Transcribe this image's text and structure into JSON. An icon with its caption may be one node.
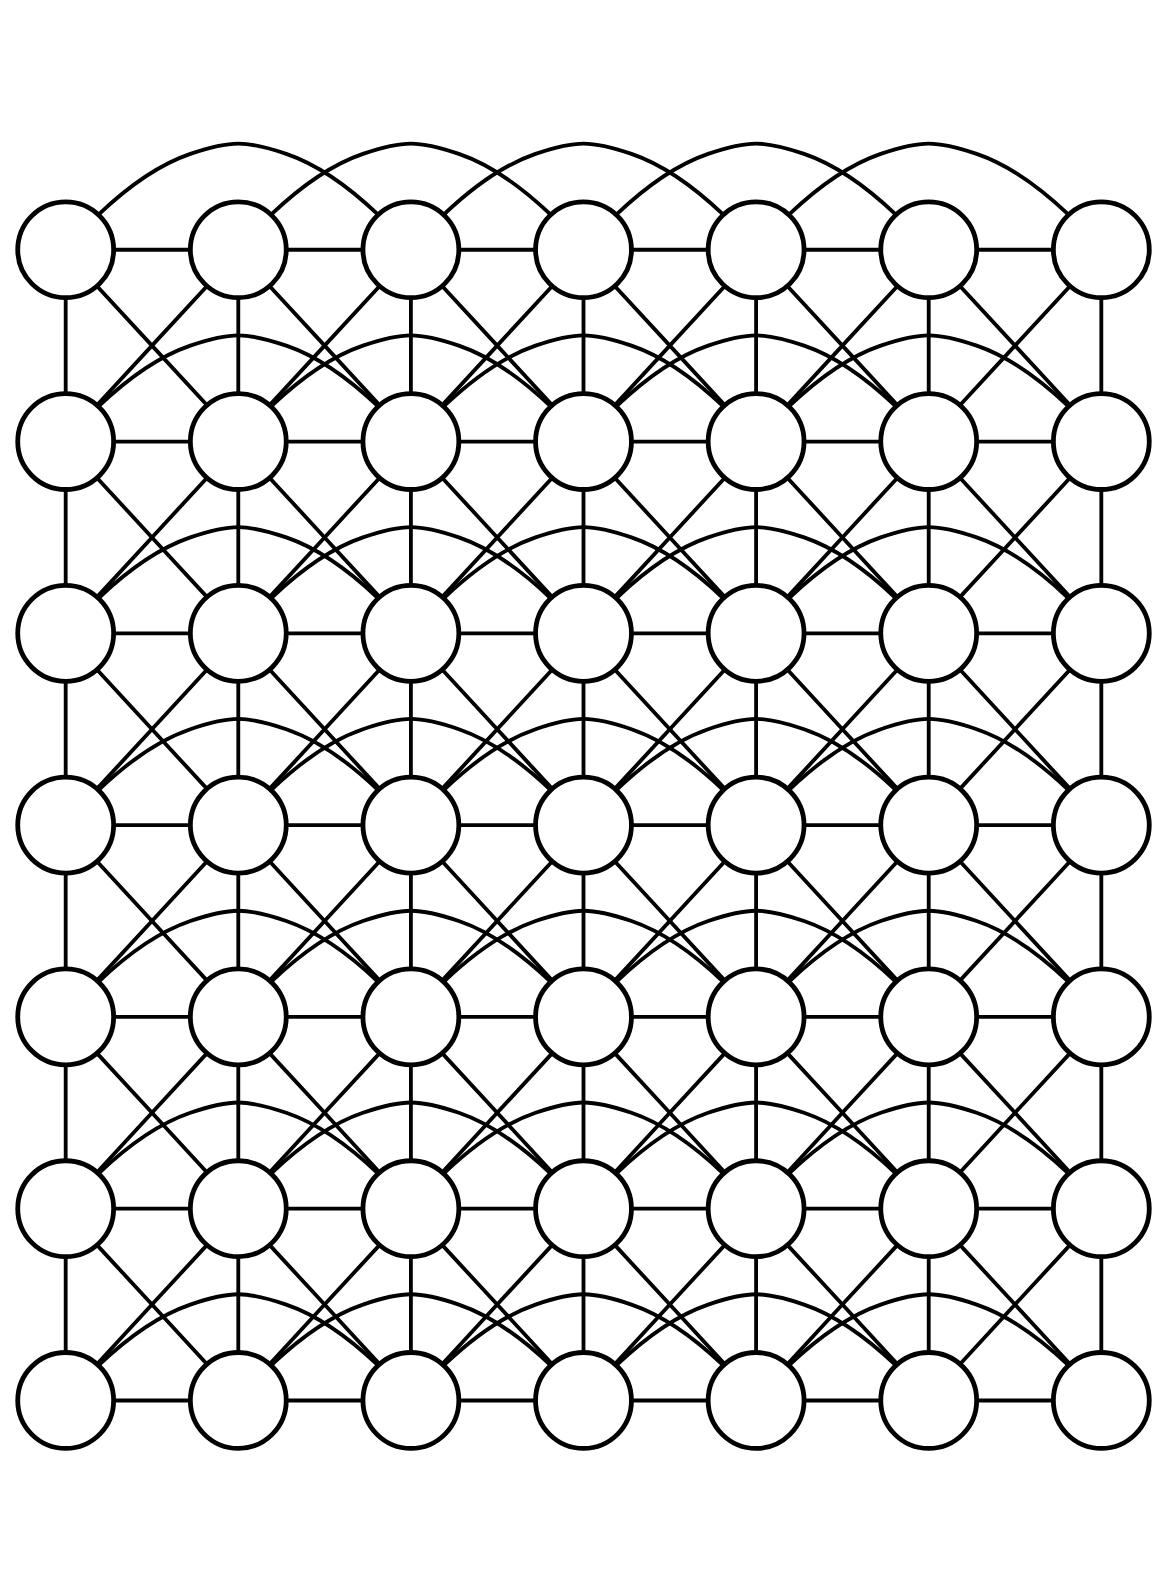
{
  "diagram": {
    "nodes": [
      {
        "text": [],
        "shape": "circle"
      },
      {
        "text": [],
        "shape": "circle"
      },
      {
        "text": [],
        "shape": "circle"
      },
      {
        "text": [],
        "shape": "circle"
      },
      {
        "text": [],
        "shape": "circle"
      },
      {
        "text": [],
        "shape": "circle"
      },
      {
        "text": [],
        "shape": "circle"
      },
      {
        "text": [],
        "shape": "circle"
      },
      {
        "text": [],
        "shape": "circle"
      },
      {
        "text": [],
        "shape": "circle"
      },
      {
        "text": [],
        "shape": "circle"
      },
      {
        "text": [],
        "shape": "circle"
      },
      {
        "text": [],
        "shape": "circle"
      },
      {
        "text": [],
        "shape": "circle"
      },
      {
        "text": [],
        "shape": "circle"
      },
      {
        "text": [],
        "shape": "circle"
      },
      {
        "text": [],
        "shape": "circle"
      },
      {
        "text": [],
        "shape": "circle"
      },
      {
        "text": [],
        "shape": "circle"
      },
      {
        "text": [],
        "shape": "circle"
      },
      {
        "text": [],
        "shape": "circle"
      },
      {
        "text": [],
        "shape": "circle"
      },
      {
        "text": [],
        "shape": "circle"
      },
      {
        "text": [],
        "shape": "circle"
      },
      {
        "text": [],
        "shape": "circle"
      },
      {
        "text": [],
        "shape": "circle"
      },
      {
        "text": [],
        "shape": "circle"
      },
      {
        "text": [],
        "shape": "circle"
      },
      {
        "text": [],
        "shape": "circle"
      },
      {
        "text": [],
        "shape": "circle"
      },
      {
        "text": [],
        "shape": "circle"
      },
      {
        "text": [],
        "shape": "circle"
      },
      {
        "text": [],
        "shape": "circle"
      },
      {
        "text": [],
        "shape": "circle"
      },
      {
        "text": [],
        "shape": "circle"
      },
      {
        "text": [],
        "shape": "circle"
      },
      {
        "text": [],
        "shape": "circle"
      },
      {
        "text": [],
        "shape": "circle"
      },
      {
        "text": [],
        "shape": "circle"
      },
      {
        "text": [],
        "shape": "circle"
      },
      {
        "text": [],
        "shape": "circle"
      },
      {
        "text": [],
        "shape": "circle"
      },
      {
        "text": [],
        "shape": "circle"
      },
      {
        "text": [],
        "shape": "circle"
      },
      {
        "text": [],
        "shape": "circle"
      },
      {
        "text": [],
        "shape": "circle"
      },
      {
        "text": [],
        "shape": "circle"
      },
      {
        "text": [],
        "shape": "circle"
      },
      {
        "text": [],
        "shape": "circle"
      }
    ],
    "edges": [
      {
        "from": 0,
        "to": 1,
        "arrow": "none"
      },
      {
        "from": 1,
        "to": 2,
        "arrow": "none"
      },
      {
        "from": 2,
        "to": 3,
        "arrow": "none"
      },
      {
        "from": 3,
        "to": 4,
        "arrow": "none"
      },
      {
        "from": 4,
        "to": 5,
        "arrow": "none"
      },
      {
        "from": 5,
        "to": 6,
        "arrow": "none"
      },
      {
        "from": 0,
        "to": 2,
        "arrow": "none"
      },
      {
        "from": 1,
        "to": 3,
        "arrow": "none"
      },
      {
        "from": 2,
        "to": 4,
        "arrow": "none"
      },
      {
        "from": 3,
        "to": 5,
        "arrow": "none"
      },
      {
        "from": 4,
        "to": 6,
        "arrow": "none"
      },
      {
        "from": 0,
        "to": 7,
        "arrow": "none"
      },
      {
        "from": 1,
        "to": 8,
        "arrow": "none"
      },
      {
        "from": 2,
        "to": 9,
        "arrow": "none"
      },
      {
        "from": 3,
        "to": 10,
        "arrow": "none"
      },
      {
        "from": 4,
        "to": 11,
        "arrow": "none"
      },
      {
        "from": 5,
        "to": 12,
        "arrow": "none"
      },
      {
        "from": 6,
        "to": 13,
        "arrow": "none"
      },
      {
        "from": 0,
        "to": 8,
        "arrow": "none"
      },
      {
        "from": 1,
        "to": 7,
        "arrow": "none"
      },
      {
        "from": 1,
        "to": 9,
        "arrow": "none"
      },
      {
        "from": 2,
        "to": 8,
        "arrow": "none"
      },
      {
        "from": 2,
        "to": 10,
        "arrow": "none"
      },
      {
        "from": 3,
        "to": 9,
        "arrow": "none"
      },
      {
        "from": 3,
        "to": 11,
        "arrow": "none"
      },
      {
        "from": 4,
        "to": 10,
        "arrow": "none"
      },
      {
        "from": 4,
        "to": 12,
        "arrow": "none"
      },
      {
        "from": 5,
        "to": 11,
        "arrow": "none"
      },
      {
        "from": 5,
        "to": 13,
        "arrow": "none"
      },
      {
        "from": 6,
        "to": 12,
        "arrow": "none"
      },
      {
        "from": 7,
        "to": 8,
        "arrow": "none"
      },
      {
        "from": 8,
        "to": 9,
        "arrow": "none"
      },
      {
        "from": 9,
        "to": 10,
        "arrow": "none"
      },
      {
        "from": 10,
        "to": 11,
        "arrow": "none"
      },
      {
        "from": 11,
        "to": 12,
        "arrow": "none"
      },
      {
        "from": 12,
        "to": 13,
        "arrow": "none"
      },
      {
        "from": 7,
        "to": 9,
        "arrow": "none"
      },
      {
        "from": 8,
        "to": 10,
        "arrow": "none"
      },
      {
        "from": 9,
        "to": 11,
        "arrow": "none"
      },
      {
        "from": 10,
        "to": 12,
        "arrow": "none"
      },
      {
        "from": 11,
        "to": 13,
        "arrow": "none"
      },
      {
        "from": 7,
        "to": 14,
        "arrow": "none"
      },
      {
        "from": 8,
        "to": 15,
        "arrow": "none"
      },
      {
        "from": 9,
        "to": 16,
        "arrow": "none"
      },
      {
        "from": 10,
        "to": 17,
        "arrow": "none"
      },
      {
        "from": 11,
        "to": 18,
        "arrow": "none"
      },
      {
        "from": 12,
        "to": 19,
        "arrow": "none"
      },
      {
        "from": 13,
        "to": 20,
        "arrow": "none"
      },
      {
        "from": 7,
        "to": 15,
        "arrow": "none"
      },
      {
        "from": 8,
        "to": 14,
        "arrow": "none"
      },
      {
        "from": 8,
        "to": 16,
        "arrow": "none"
      },
      {
        "from": 9,
        "to": 15,
        "arrow": "none"
      },
      {
        "from": 9,
        "to": 17,
        "arrow": "none"
      },
      {
        "from": 10,
        "to": 16,
        "arrow": "none"
      },
      {
        "from": 10,
        "to": 18,
        "arrow": "none"
      },
      {
        "from": 11,
        "to": 17,
        "arrow": "none"
      },
      {
        "from": 11,
        "to": 19,
        "arrow": "none"
      },
      {
        "from": 12,
        "to": 18,
        "arrow": "none"
      },
      {
        "from": 12,
        "to": 20,
        "arrow": "none"
      },
      {
        "from": 13,
        "to": 19,
        "arrow": "none"
      },
      {
        "from": 14,
        "to": 15,
        "arrow": "none"
      },
      {
        "from": 15,
        "to": 16,
        "arrow": "none"
      },
      {
        "from": 16,
        "to": 17,
        "arrow": "none"
      },
      {
        "from": 17,
        "to": 18,
        "arrow": "none"
      },
      {
        "from": 18,
        "to": 19,
        "arrow": "none"
      },
      {
        "from": 19,
        "to": 20,
        "arrow": "none"
      },
      {
        "from": 14,
        "to": 16,
        "arrow": "none"
      },
      {
        "from": 15,
        "to": 17,
        "arrow": "none"
      },
      {
        "from": 16,
        "to": 18,
        "arrow": "none"
      },
      {
        "from": 17,
        "to": 19,
        "arrow": "none"
      },
      {
        "from": 18,
        "to": 20,
        "arrow": "none"
      },
      {
        "from": 14,
        "to": 21,
        "arrow": "none"
      },
      {
        "from": 15,
        "to": 22,
        "arrow": "none"
      },
      {
        "from": 16,
        "to": 23,
        "arrow": "none"
      },
      {
        "from": 17,
        "to": 24,
        "arrow": "none"
      },
      {
        "from": 18,
        "to": 25,
        "arrow": "none"
      },
      {
        "from": 19,
        "to": 26,
        "arrow": "none"
      },
      {
        "from": 20,
        "to": 27,
        "arrow": "none"
      },
      {
        "from": 14,
        "to": 22,
        "arrow": "none"
      },
      {
        "from": 15,
        "to": 21,
        "arrow": "none"
      },
      {
        "from": 15,
        "to": 23,
        "arrow": "none"
      },
      {
        "from": 16,
        "to": 22,
        "arrow": "none"
      },
      {
        "from": 16,
        "to": 24,
        "arrow": "none"
      },
      {
        "from": 17,
        "to": 23,
        "arrow": "none"
      },
      {
        "from": 17,
        "to": 25,
        "arrow": "none"
      },
      {
        "from": 18,
        "to": 24,
        "arrow": "none"
      },
      {
        "from": 18,
        "to": 26,
        "arrow": "none"
      },
      {
        "from": 19,
        "to": 25,
        "arrow": "none"
      },
      {
        "from": 19,
        "to": 27,
        "arrow": "none"
      },
      {
        "from": 20,
        "to": 26,
        "arrow": "none"
      },
      {
        "from": 21,
        "to": 22,
        "arrow": "none"
      },
      {
        "from": 22,
        "to": 23,
        "arrow": "none"
      },
      {
        "from": 23,
        "to": 24,
        "arrow": "none"
      },
      {
        "from": 24,
        "to": 25,
        "arrow": "none"
      },
      {
        "from": 25,
        "to": 26,
        "arrow": "none"
      },
      {
        "from": 26,
        "to": 27,
        "arrow": "none"
      },
      {
        "from": 21,
        "to": 23,
        "arrow": "none"
      },
      {
        "from": 22,
        "to": 24,
        "arrow": "none"
      },
      {
        "from": 23,
        "to": 25,
        "arrow": "none"
      },
      {
        "from": 24,
        "to": 26,
        "arrow": "none"
      },
      {
        "from": 25,
        "to": 27,
        "arrow": "none"
      },
      {
        "from": 21,
        "to": 28,
        "arrow": "none"
      },
      {
        "from": 22,
        "to": 29,
        "arrow": "none"
      },
      {
        "from": 23,
        "to": 30,
        "arrow": "none"
      },
      {
        "from": 24,
        "to": 31,
        "arrow": "none"
      },
      {
        "from": 25,
        "to": 32,
        "arrow": "none"
      },
      {
        "from": 26,
        "to": 33,
        "arrow": "none"
      },
      {
        "from": 27,
        "to": 34,
        "arrow": "none"
      },
      {
        "from": 21,
        "to": 29,
        "arrow": "none"
      },
      {
        "from": 22,
        "to": 28,
        "arrow": "none"
      },
      {
        "from": 22,
        "to": 30,
        "arrow": "none"
      },
      {
        "from": 23,
        "to": 29,
        "arrow": "none"
      },
      {
        "from": 23,
        "to": 31,
        "arrow": "none"
      },
      {
        "from": 24,
        "to": 30,
        "arrow": "none"
      },
      {
        "from": 24,
        "to": 32,
        "arrow": "none"
      },
      {
        "from": 25,
        "to": 31,
        "arrow": "none"
      },
      {
        "from": 25,
        "to": 33,
        "arrow": "none"
      },
      {
        "from": 26,
        "to": 32,
        "arrow": "none"
      },
      {
        "from": 26,
        "to": 34,
        "arrow": "none"
      },
      {
        "from": 27,
        "to": 33,
        "arrow": "none"
      },
      {
        "from": 28,
        "to": 29,
        "arrow": "none"
      },
      {
        "from": 29,
        "to": 30,
        "arrow": "none"
      },
      {
        "from": 30,
        "to": 31,
        "arrow": "none"
      },
      {
        "from": 31,
        "to": 32,
        "arrow": "none"
      },
      {
        "from": 32,
        "to": 33,
        "arrow": "none"
      },
      {
        "from": 33,
        "to": 34,
        "arrow": "none"
      },
      {
        "from": 28,
        "to": 30,
        "arrow": "none"
      },
      {
        "from": 29,
        "to": 31,
        "arrow": "none"
      },
      {
        "from": 30,
        "to": 32,
        "arrow": "none"
      },
      {
        "from": 31,
        "to": 33,
        "arrow": "none"
      },
      {
        "from": 32,
        "to": 34,
        "arrow": "none"
      },
      {
        "from": 28,
        "to": 35,
        "arrow": "none"
      },
      {
        "from": 29,
        "to": 36,
        "arrow": "none"
      },
      {
        "from": 30,
        "to": 37,
        "arrow": "none"
      },
      {
        "from": 31,
        "to": 38,
        "arrow": "none"
      },
      {
        "from": 32,
        "to": 39,
        "arrow": "none"
      },
      {
        "from": 33,
        "to": 40,
        "arrow": "none"
      },
      {
        "from": 34,
        "to": 41,
        "arrow": "none"
      },
      {
        "from": 28,
        "to": 36,
        "arrow": "none"
      },
      {
        "from": 29,
        "to": 35,
        "arrow": "none"
      },
      {
        "from": 29,
        "to": 37,
        "arrow": "none"
      },
      {
        "from": 30,
        "to": 36,
        "arrow": "none"
      },
      {
        "from": 30,
        "to": 38,
        "arrow": "none"
      },
      {
        "from": 31,
        "to": 37,
        "arrow": "none"
      },
      {
        "from": 31,
        "to": 39,
        "arrow": "none"
      },
      {
        "from": 32,
        "to": 38,
        "arrow": "none"
      },
      {
        "from": 32,
        "to": 40,
        "arrow": "none"
      },
      {
        "from": 33,
        "to": 39,
        "arrow": "none"
      },
      {
        "from": 33,
        "to": 41,
        "arrow": "none"
      },
      {
        "from": 34,
        "to": 40,
        "arrow": "none"
      },
      {
        "from": 35,
        "to": 36,
        "arrow": "none"
      },
      {
        "from": 36,
        "to": 37,
        "arrow": "none"
      },
      {
        "from": 37,
        "to": 38,
        "arrow": "none"
      },
      {
        "from": 38,
        "to": 39,
        "arrow": "none"
      },
      {
        "from": 39,
        "to": 40,
        "arrow": "none"
      },
      {
        "from": 40,
        "to": 41,
        "arrow": "none"
      },
      {
        "from": 35,
        "to": 37,
        "arrow": "none"
      },
      {
        "from": 36,
        "to": 38,
        "arrow": "none"
      },
      {
        "from": 37,
        "to": 39,
        "arrow": "none"
      },
      {
        "from": 38,
        "to": 40,
        "arrow": "none"
      },
      {
        "from": 39,
        "to": 41,
        "arrow": "none"
      },
      {
        "from": 35,
        "to": 42,
        "arrow": "none"
      },
      {
        "from": 36,
        "to": 43,
        "arrow": "none"
      },
      {
        "from": 37,
        "to": 44,
        "arrow": "none"
      },
      {
        "from": 38,
        "to": 45,
        "arrow": "none"
      },
      {
        "from": 39,
        "to": 46,
        "arrow": "none"
      },
      {
        "from": 40,
        "to": 47,
        "arrow": "none"
      },
      {
        "from": 41,
        "to": 48,
        "arrow": "none"
      },
      {
        "from": 35,
        "to": 43,
        "arrow": "none"
      },
      {
        "from": 36,
        "to": 42,
        "arrow": "none"
      },
      {
        "from": 36,
        "to": 44,
        "arrow": "none"
      },
      {
        "from": 37,
        "to": 43,
        "arrow": "none"
      },
      {
        "from": 37,
        "to": 45,
        "arrow": "none"
      },
      {
        "from": 38,
        "to": 44,
        "arrow": "none"
      },
      {
        "from": 38,
        "to": 46,
        "arrow": "none"
      },
      {
        "from": 39,
        "to": 45,
        "arrow": "none"
      },
      {
        "from": 39,
        "to": 47,
        "arrow": "none"
      },
      {
        "from": 40,
        "to": 46,
        "arrow": "none"
      },
      {
        "from": 40,
        "to": 48,
        "arrow": "none"
      },
      {
        "from": 41,
        "to": 47,
        "arrow": "none"
      },
      {
        "from": 42,
        "to": 43,
        "arrow": "none"
      },
      {
        "from": 43,
        "to": 44,
        "arrow": "none"
      },
      {
        "from": 44,
        "to": 45,
        "arrow": "none"
      },
      {
        "from": 45,
        "to": 46,
        "arrow": "none"
      },
      {
        "from": 46,
        "to": 47,
        "arrow": "none"
      },
      {
        "from": 47,
        "to": 48,
        "arrow": "none"
      },
      {
        "from": 42,
        "to": 44,
        "arrow": "none"
      },
      {
        "from": 43,
        "to": 45,
        "arrow": "none"
      },
      {
        "from": 44,
        "to": 46,
        "arrow": "none"
      },
      {
        "from": 45,
        "to": 47,
        "arrow": "none"
      },
      {
        "from": 46,
        "to": 48,
        "arrow": "none"
      }
    ]
  }
}
